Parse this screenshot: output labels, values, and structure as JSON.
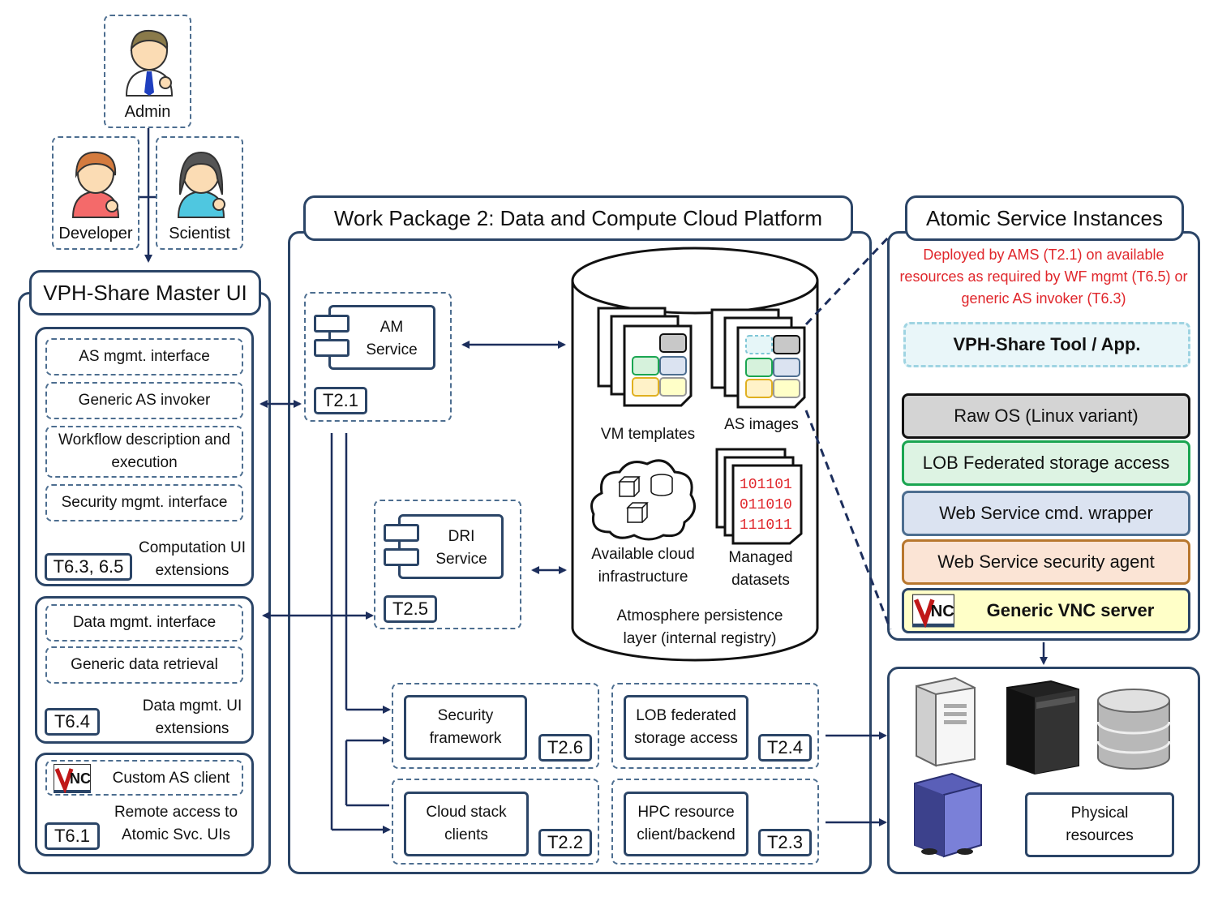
{
  "actors": {
    "admin": "Admin",
    "developer": "Developer",
    "scientist": "Scientist"
  },
  "master_ui": {
    "title": "VPH-Share Master UI",
    "group1": {
      "items": [
        "AS mgmt. interface",
        "Generic AS invoker",
        "Workflow description and execution",
        "Security mgmt. interface"
      ],
      "tag": "T6.3, 6.5",
      "caption": "Computation UI extensions"
    },
    "group2": {
      "items": [
        "Data mgmt. interface",
        "Generic data retrieval"
      ],
      "tag": "T6.4",
      "caption": "Data mgmt. UI extensions"
    },
    "group3": {
      "item": "Custom AS client",
      "tag": "T6.1",
      "caption": "Remote access to Atomic Svc. UIs"
    }
  },
  "wp2": {
    "title": "Work Package 2: Data and Compute Cloud Platform",
    "am_service": {
      "label": "AM Service",
      "tag": "T2.1"
    },
    "dri_service": {
      "label": "DRI Service",
      "tag": "T2.5"
    },
    "persistence": {
      "vm_templates": "VM templates",
      "as_images": "AS images",
      "cloud_infra": "Available cloud infrastructure",
      "managed_datasets": "Managed datasets",
      "binary": [
        "101101",
        "011010",
        "111011"
      ],
      "caption": "Atmosphere persistence layer (internal registry)"
    },
    "security": {
      "label": "Security framework",
      "tag": "T2.6"
    },
    "lob": {
      "label": "LOB federated storage access",
      "tag": "T2.4"
    },
    "cloud_stack": {
      "label": "Cloud stack clients",
      "tag": "T2.2"
    },
    "hpc": {
      "label": "HPC resource client/backend",
      "tag": "T2.3"
    }
  },
  "asi": {
    "title": "Atomic Service Instances",
    "note": "Deployed by AMS (T2.1) on available resources as required by WF mgmt (T6.5) or generic AS invoker (T6.3)",
    "tool": "VPH-Share Tool / App.",
    "layers": [
      "Raw OS (Linux variant)",
      "LOB Federated storage access",
      "Web Service cmd. wrapper",
      "Web Service security agent",
      "Generic VNC server"
    ],
    "layer_colors": [
      "#d4d4d4",
      "#ffffff",
      "#dbe3f1",
      "#fbe4d5",
      "#ffffc8"
    ],
    "layer_borders": [
      "#111111",
      "#1aa551",
      "#4d6e90",
      "#b8772e",
      "#2b4567"
    ]
  },
  "physical": {
    "label": "Physical resources"
  },
  "icons": [
    "person-icon",
    "vnc-logo-icon",
    "document-stack-icon",
    "cloud-icon",
    "server-tower-icon",
    "database-icon"
  ],
  "colors": {
    "navy": "#2b4567",
    "red": "#e0262b",
    "dash": "#4d6e90"
  }
}
